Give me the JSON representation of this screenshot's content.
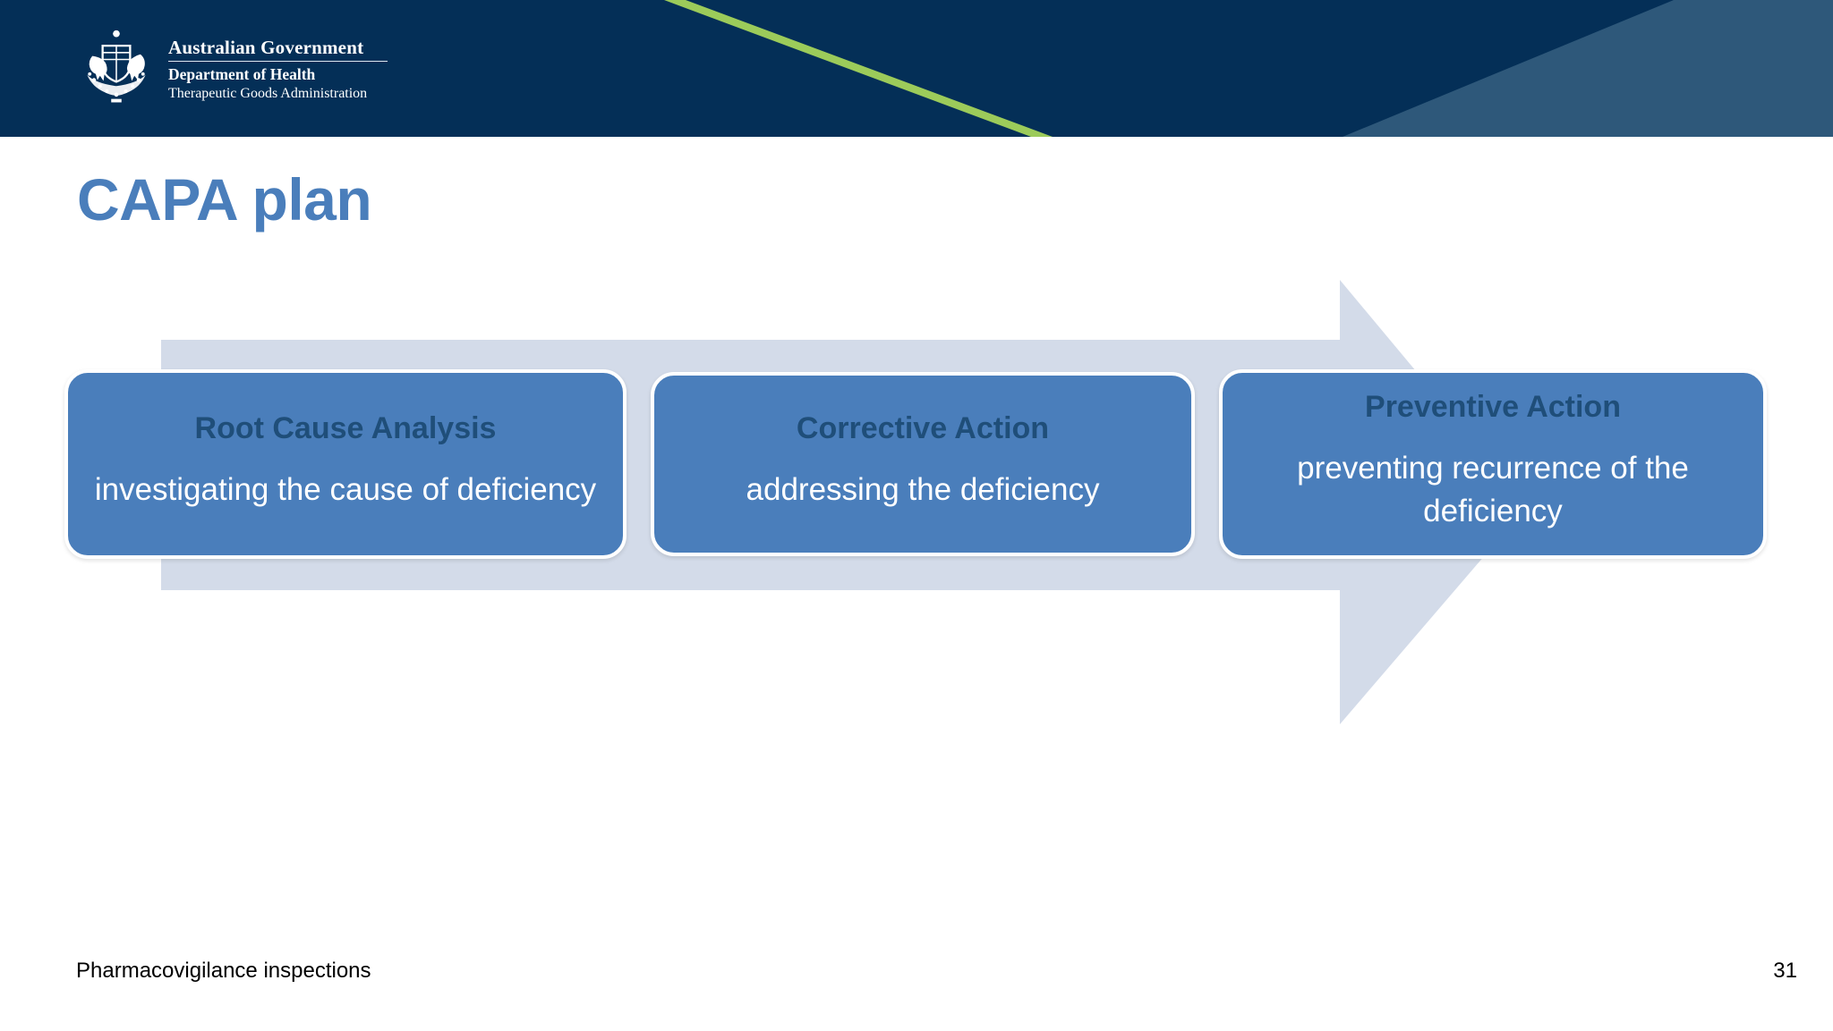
{
  "slide": {
    "title": "CAPA plan",
    "title_color": "#4a7ebb",
    "background_color": "#ffffff"
  },
  "header": {
    "background_color": "#042f57",
    "wedge_color": "#2e587a",
    "accent_line_color": "#9ccb5a",
    "logo": {
      "crest_icon": "australian-coat-of-arms-icon",
      "line1": "Australian Government",
      "line2": "Department of Health",
      "line3": "Therapeutic Goods Administration"
    }
  },
  "diagram": {
    "type": "process-arrow",
    "arrow_color": "#d3dbe9",
    "box_fill_color": "#4a7ebb",
    "box_border_color": "#ffffff",
    "heading_color": "#1f4e79",
    "body_color": "#ffffff",
    "steps": [
      {
        "heading": "Root Cause Analysis",
        "body": "investigating the cause of deficiency"
      },
      {
        "heading": "Corrective Action",
        "body": "addressing the deficiency"
      },
      {
        "heading": "Preventive Action",
        "body": "preventing recurrence of the deficiency"
      }
    ]
  },
  "footer": {
    "label": "Pharmacovigilance inspections",
    "page_number": "31"
  }
}
